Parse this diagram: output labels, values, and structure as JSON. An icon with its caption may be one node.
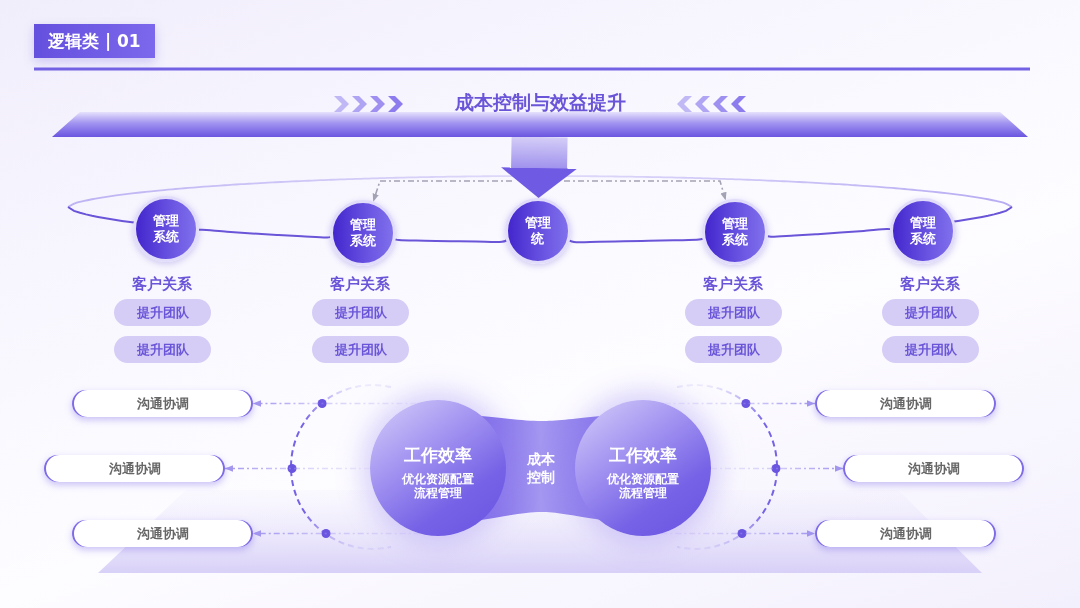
{
  "diagram": {
    "title": "逻辑类 | 01",
    "nodes": [
      {
        "text": [
          "成本控制与效益提升"
        ]
      },
      {
        "text": [
          "管理系统"
        ],
        "beside": [
          "客户关系"
        ]
      },
      {
        "text": [
          "管理系统"
        ],
        "beside": [
          "客户关系"
        ]
      },
      {
        "text": [
          "管理统"
        ]
      },
      {
        "text": [
          "管理系统"
        ],
        "beside": [
          "客户关系"
        ]
      },
      {
        "text": [
          "管理系统"
        ],
        "beside": [
          "客户关系"
        ]
      },
      {
        "text": [
          "提升团队"
        ]
      },
      {
        "text": [
          "提升团队"
        ]
      },
      {
        "text": [
          "提升团队"
        ]
      },
      {
        "text": [
          "提升团队"
        ]
      },
      {
        "text": [
          "提升团队"
        ]
      },
      {
        "text": [
          "提升团队"
        ]
      },
      {
        "text": [
          "提升团队"
        ]
      },
      {
        "text": [
          "提升团队"
        ]
      },
      {
        "text": [
          "沟通协调"
        ]
      },
      {
        "text": [
          "沟通协调"
        ]
      },
      {
        "text": [
          "沟通协调"
        ]
      },
      {
        "text": [
          "工作效率",
          "优化资源配置流程管理"
        ]
      },
      {
        "text": [
          "成本控制"
        ]
      },
      {
        "text": [
          "工作效率",
          "优化资源配置流程管理"
        ]
      },
      {
        "text": [
          "沟通协调"
        ]
      },
      {
        "text": [
          "沟通协调"
        ]
      },
      {
        "text": [
          "沟通协调"
        ]
      }
    ],
    "edges": [
      {
        "from": 0,
        "to": 3,
        "arrow": "to",
        "style": "thick",
        "color": "#6f5ae4"
      },
      {
        "from": null,
        "to": 2,
        "arrow": "to",
        "style": "dashed",
        "color": "#a3a3b5"
      },
      {
        "from": null,
        "to": 4,
        "arrow": "to",
        "style": "dashed",
        "color": "#a3a3b5"
      },
      {
        "from": 1,
        "to": 2,
        "arrow": "none",
        "color": "#6a55d8"
      },
      {
        "from": 2,
        "to": 3,
        "arrow": "none",
        "color": "#6a55d8"
      },
      {
        "from": 3,
        "to": 4,
        "arrow": "none",
        "color": "#6a55d8"
      },
      {
        "from": 4,
        "to": 5,
        "arrow": "none",
        "color": "#6a55d8"
      },
      {
        "from": 17,
        "to": 14,
        "arrow": "to",
        "style": "dashed"
      },
      {
        "from": 17,
        "to": 15,
        "arrow": "to",
        "style": "dashed"
      },
      {
        "from": 17,
        "to": 16,
        "arrow": "to",
        "style": "dashed"
      },
      {
        "from": 19,
        "to": 20,
        "arrow": "to",
        "style": "dashed"
      },
      {
        "from": 19,
        "to": 21,
        "arrow": "to",
        "style": "dashed"
      },
      {
        "from": 19,
        "to": 22,
        "arrow": "to",
        "style": "dashed"
      }
    ]
  }
}
